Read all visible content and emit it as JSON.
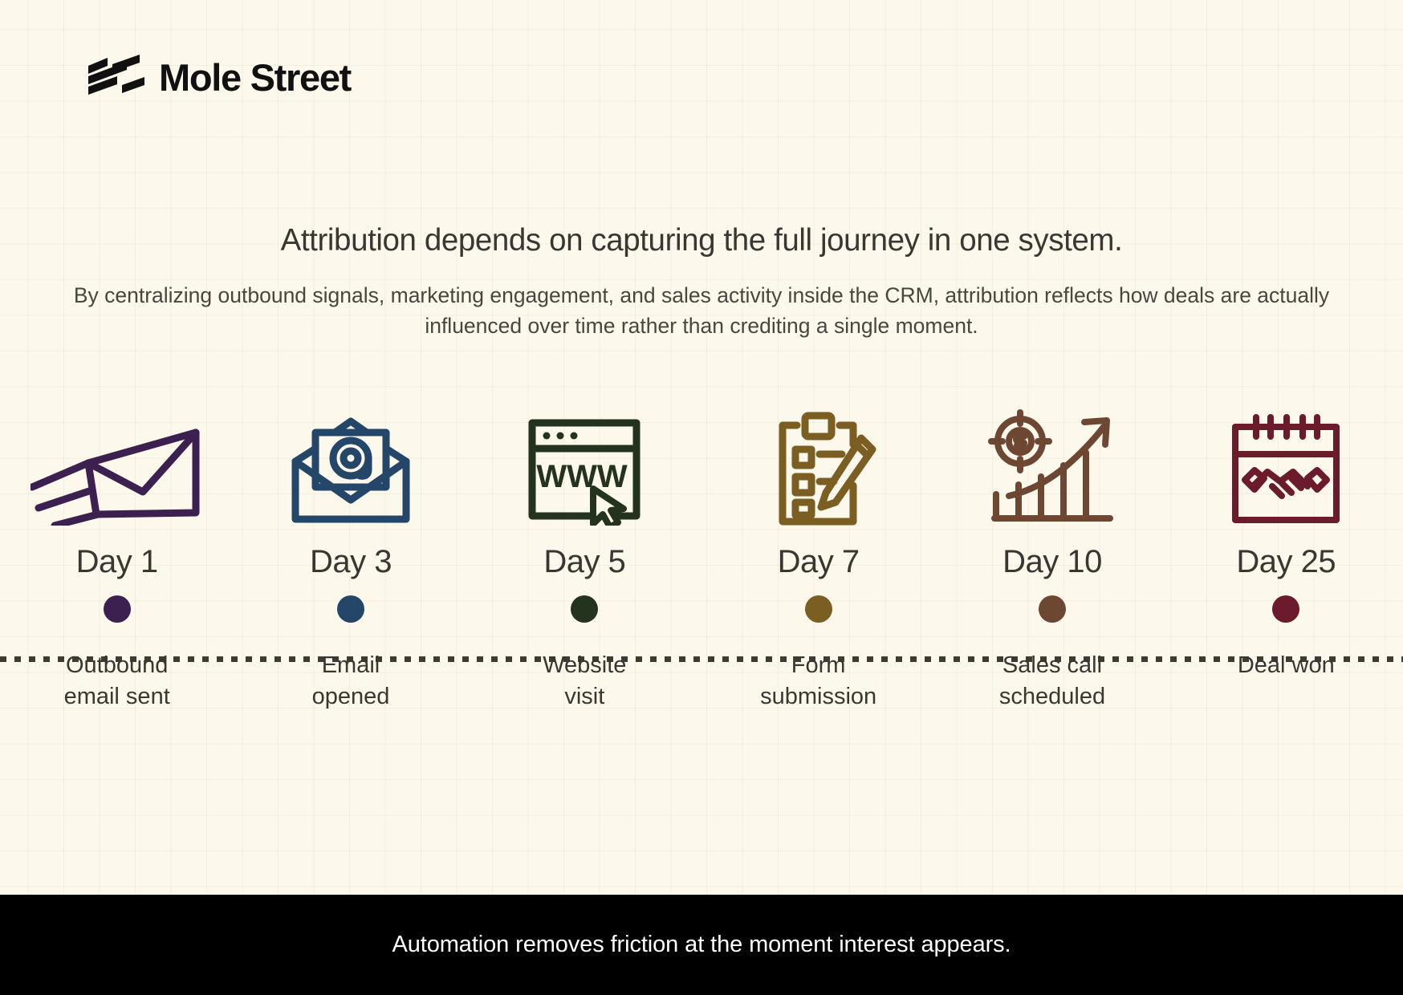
{
  "brand": {
    "name": "Mole Street",
    "logo_icon": "diagonal-bars-logo-icon",
    "logo_color": "#111111"
  },
  "headline": "Attribution depends on capturing the full journey in one system.",
  "subhead": "By centralizing outbound signals, marketing engagement, and sales activity inside the CRM, attribution reflects how deals are actually influenced over time rather than crediting a single moment.",
  "timeline": {
    "line_style": "dotted",
    "line_color": "#3E3A36",
    "steps": [
      {
        "day": "Day 1",
        "event": "Outbound\nemail sent",
        "icon": "sending-envelope-icon",
        "color": "#3B2050"
      },
      {
        "day": "Day 3",
        "event": "Email\nopened",
        "icon": "open-envelope-at-symbol-icon",
        "color": "#244668"
      },
      {
        "day": "Day 5",
        "event": "Website\nvisit",
        "icon": "browser-www-cursor-icon",
        "color": "#24331E"
      },
      {
        "day": "Day 7",
        "event": "Form\nsubmission",
        "icon": "clipboard-pencil-icon",
        "color": "#7B5E22"
      },
      {
        "day": "Day 10",
        "event": "Sales call\nscheduled",
        "icon": "target-growth-chart-icon",
        "color": "#6E4733"
      },
      {
        "day": "Day 25",
        "event": "Deal won",
        "icon": "calendar-handshake-icon",
        "color": "#6B1B2B"
      }
    ]
  },
  "footer": {
    "text": "Automation removes friction at the moment interest appears.",
    "background": "#000000",
    "text_color": "#FFFFFF"
  },
  "theme": {
    "background": "#FDF8EC",
    "text": "#3A3632"
  }
}
